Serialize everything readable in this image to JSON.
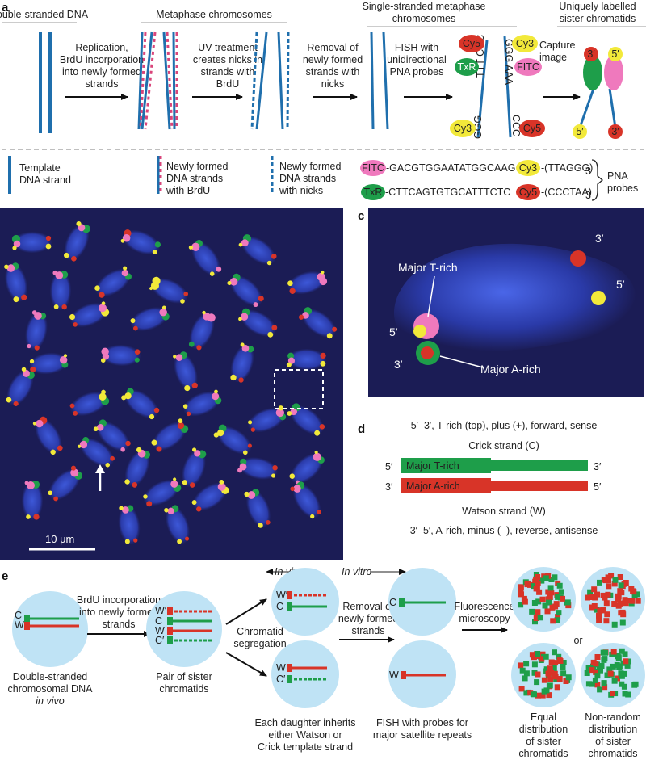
{
  "colors": {
    "template_strand": "#1f6fad",
    "brdu_mark": "#d9457a",
    "micro_bg": "#1b1c55",
    "chromosome": "#2a3aa8",
    "green": "#1e9e4a",
    "red": "#d83428",
    "pink": "#ef79bd",
    "yellow": "#f2e93a",
    "circle_fill": "#bfe3f5"
  },
  "panel_a": {
    "label": "a",
    "top_labels": [
      "Double-stranded DNA",
      "Metaphase chromosomes",
      "Single-stranded metaphase",
      "chromosomes",
      "Uniquely labelled",
      "sister chromatids"
    ],
    "step_texts": [
      [
        "Replication,",
        "BrdU incorporation",
        "into newly formed",
        "strands"
      ],
      [
        "UV treatment",
        "creates nicks in",
        "strands with",
        "BrdU"
      ],
      [
        "Removal of",
        "newly formed",
        "strands with",
        "nicks"
      ],
      [
        "FISH with",
        "unidirectional",
        "PNA probes"
      ],
      [
        "Capture",
        "image"
      ]
    ],
    "probe_tags": {
      "cy5": "Cy5",
      "cy3": "Cy3",
      "txr": "TxR",
      "fitc": "FITC"
    },
    "seq_labels": {
      "ttt_ccc": "TTT CCC",
      "ggg_aaa": "GGG AAA",
      "ggg": "GGG",
      "ccc": "CCC"
    },
    "ends": {
      "three": "3′",
      "five": "5′"
    },
    "legend": {
      "template": [
        "Template",
        "DNA strand"
      ],
      "brdu": [
        "Newly formed",
        "DNA strands",
        "with BrdU"
      ],
      "nicks": [
        "Newly formed",
        "DNA strands",
        "with nicks"
      ],
      "fitc_seq": "-GACGTGGAATATGGCAAG",
      "txr_seq": "-CTTCAGTGTGCATTTCTC",
      "cy3_seq": "-(TTAGGG)",
      "cy5_seq": "-(CCCTAA)",
      "sub3": "3",
      "pna": [
        "PNA",
        "probes"
      ]
    }
  },
  "panel_b": {
    "label": "b",
    "scale": "10 μm"
  },
  "panel_c": {
    "label": "c",
    "three_top": "3′",
    "five_right": "5′",
    "five_left": "5′",
    "three_left": "3′",
    "major_t": "Major T-rich",
    "major_a": "Major A-rich"
  },
  "panel_d": {
    "label": "d",
    "top_line": "5′–3′, T-rich (top), plus (+), forward, sense",
    "crick": "Crick strand (C)",
    "watson": "Watson strand (W)",
    "bottom_line": "3′–5′, A-rich, minus (–), reverse, antisense",
    "five_left": "5′",
    "three_right": "3′",
    "three_left": "3′",
    "five_right": "5′",
    "major_t": "Major T-rich",
    "major_a": "Major A-rich"
  },
  "panel_e": {
    "label": "e",
    "in_vivo": "In vivo",
    "in_vitro": "In vitro",
    "brdu_text": [
      "BrdU incorporation",
      "into newly formed",
      "strands"
    ],
    "ds_text": [
      "Double-stranded",
      "chromosomal DNA",
      "in vivo"
    ],
    "pair_text": [
      "Pair of sister",
      "chromatids"
    ],
    "segregation": [
      "Chromatid",
      "segregation"
    ],
    "each_daughter": [
      "Each daughter inherits",
      "either Watson or",
      "Crick template strand"
    ],
    "removal": [
      "Removal of",
      "newly formed",
      "strands"
    ],
    "fish_text": [
      "FISH with probes for",
      "major satellite repeats"
    ],
    "fluor": [
      "Fluorescence",
      "microscopy"
    ],
    "or": "or",
    "equal": [
      "Equal",
      "distribution",
      "of sister",
      "chromatids"
    ],
    "nonrandom": [
      "Non-random",
      "distribution",
      "of sister",
      "chromatids"
    ],
    "letters": {
      "C": "C",
      "W": "W",
      "Wp": "W′",
      "Cp": "C′"
    }
  }
}
